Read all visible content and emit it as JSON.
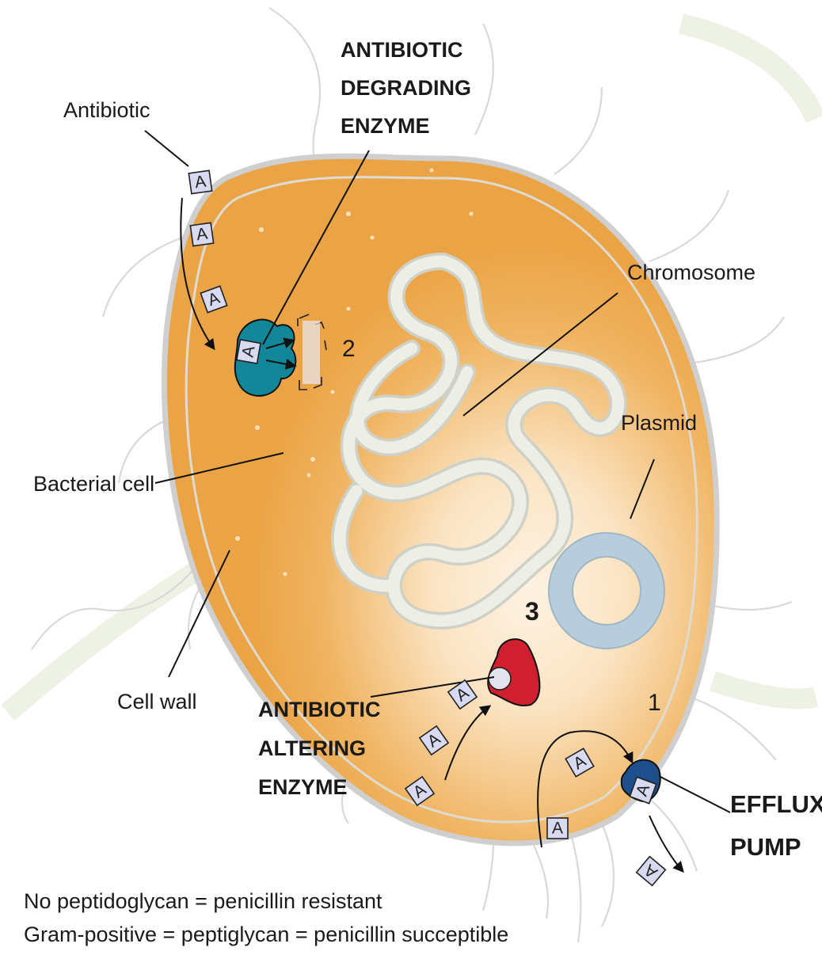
{
  "labels": {
    "antibiotic": "Antibiotic",
    "degrading_enzyme": [
      "ANTIBIOTIC",
      "DEGRADING",
      "ENZYME"
    ],
    "chromosome": "Chromosome",
    "plasmid": "Plasmid",
    "bacterial_cell": "Bacterial cell",
    "cell_wall": "Cell wall",
    "altering_enzyme": [
      "ANTIBIOTIC",
      "ALTERING",
      "ENZYME"
    ],
    "efflux_pump": [
      "EFFLUX",
      "PUMP"
    ],
    "step_1": "1",
    "step_2": "2",
    "step_3": "3",
    "antibiotic_symbol": "A"
  },
  "notes": [
    "No peptidoglycan = penicillin resistant",
    "Gram-positive = peptiglycan = penicillin succeptible"
  ],
  "colors": {
    "cell_orange": "#eba445",
    "cell_light": "#fdf2e2",
    "cell_wall": "#dcdcdc",
    "chromosome": "#edeee6",
    "plasmid": "#b7cddb",
    "degrading_enzyme": "#13879a",
    "altering_enzyme": "#d01f2f",
    "efflux_pump": "#1c4f8c",
    "antibiotic_box": "#d7daf0"
  }
}
